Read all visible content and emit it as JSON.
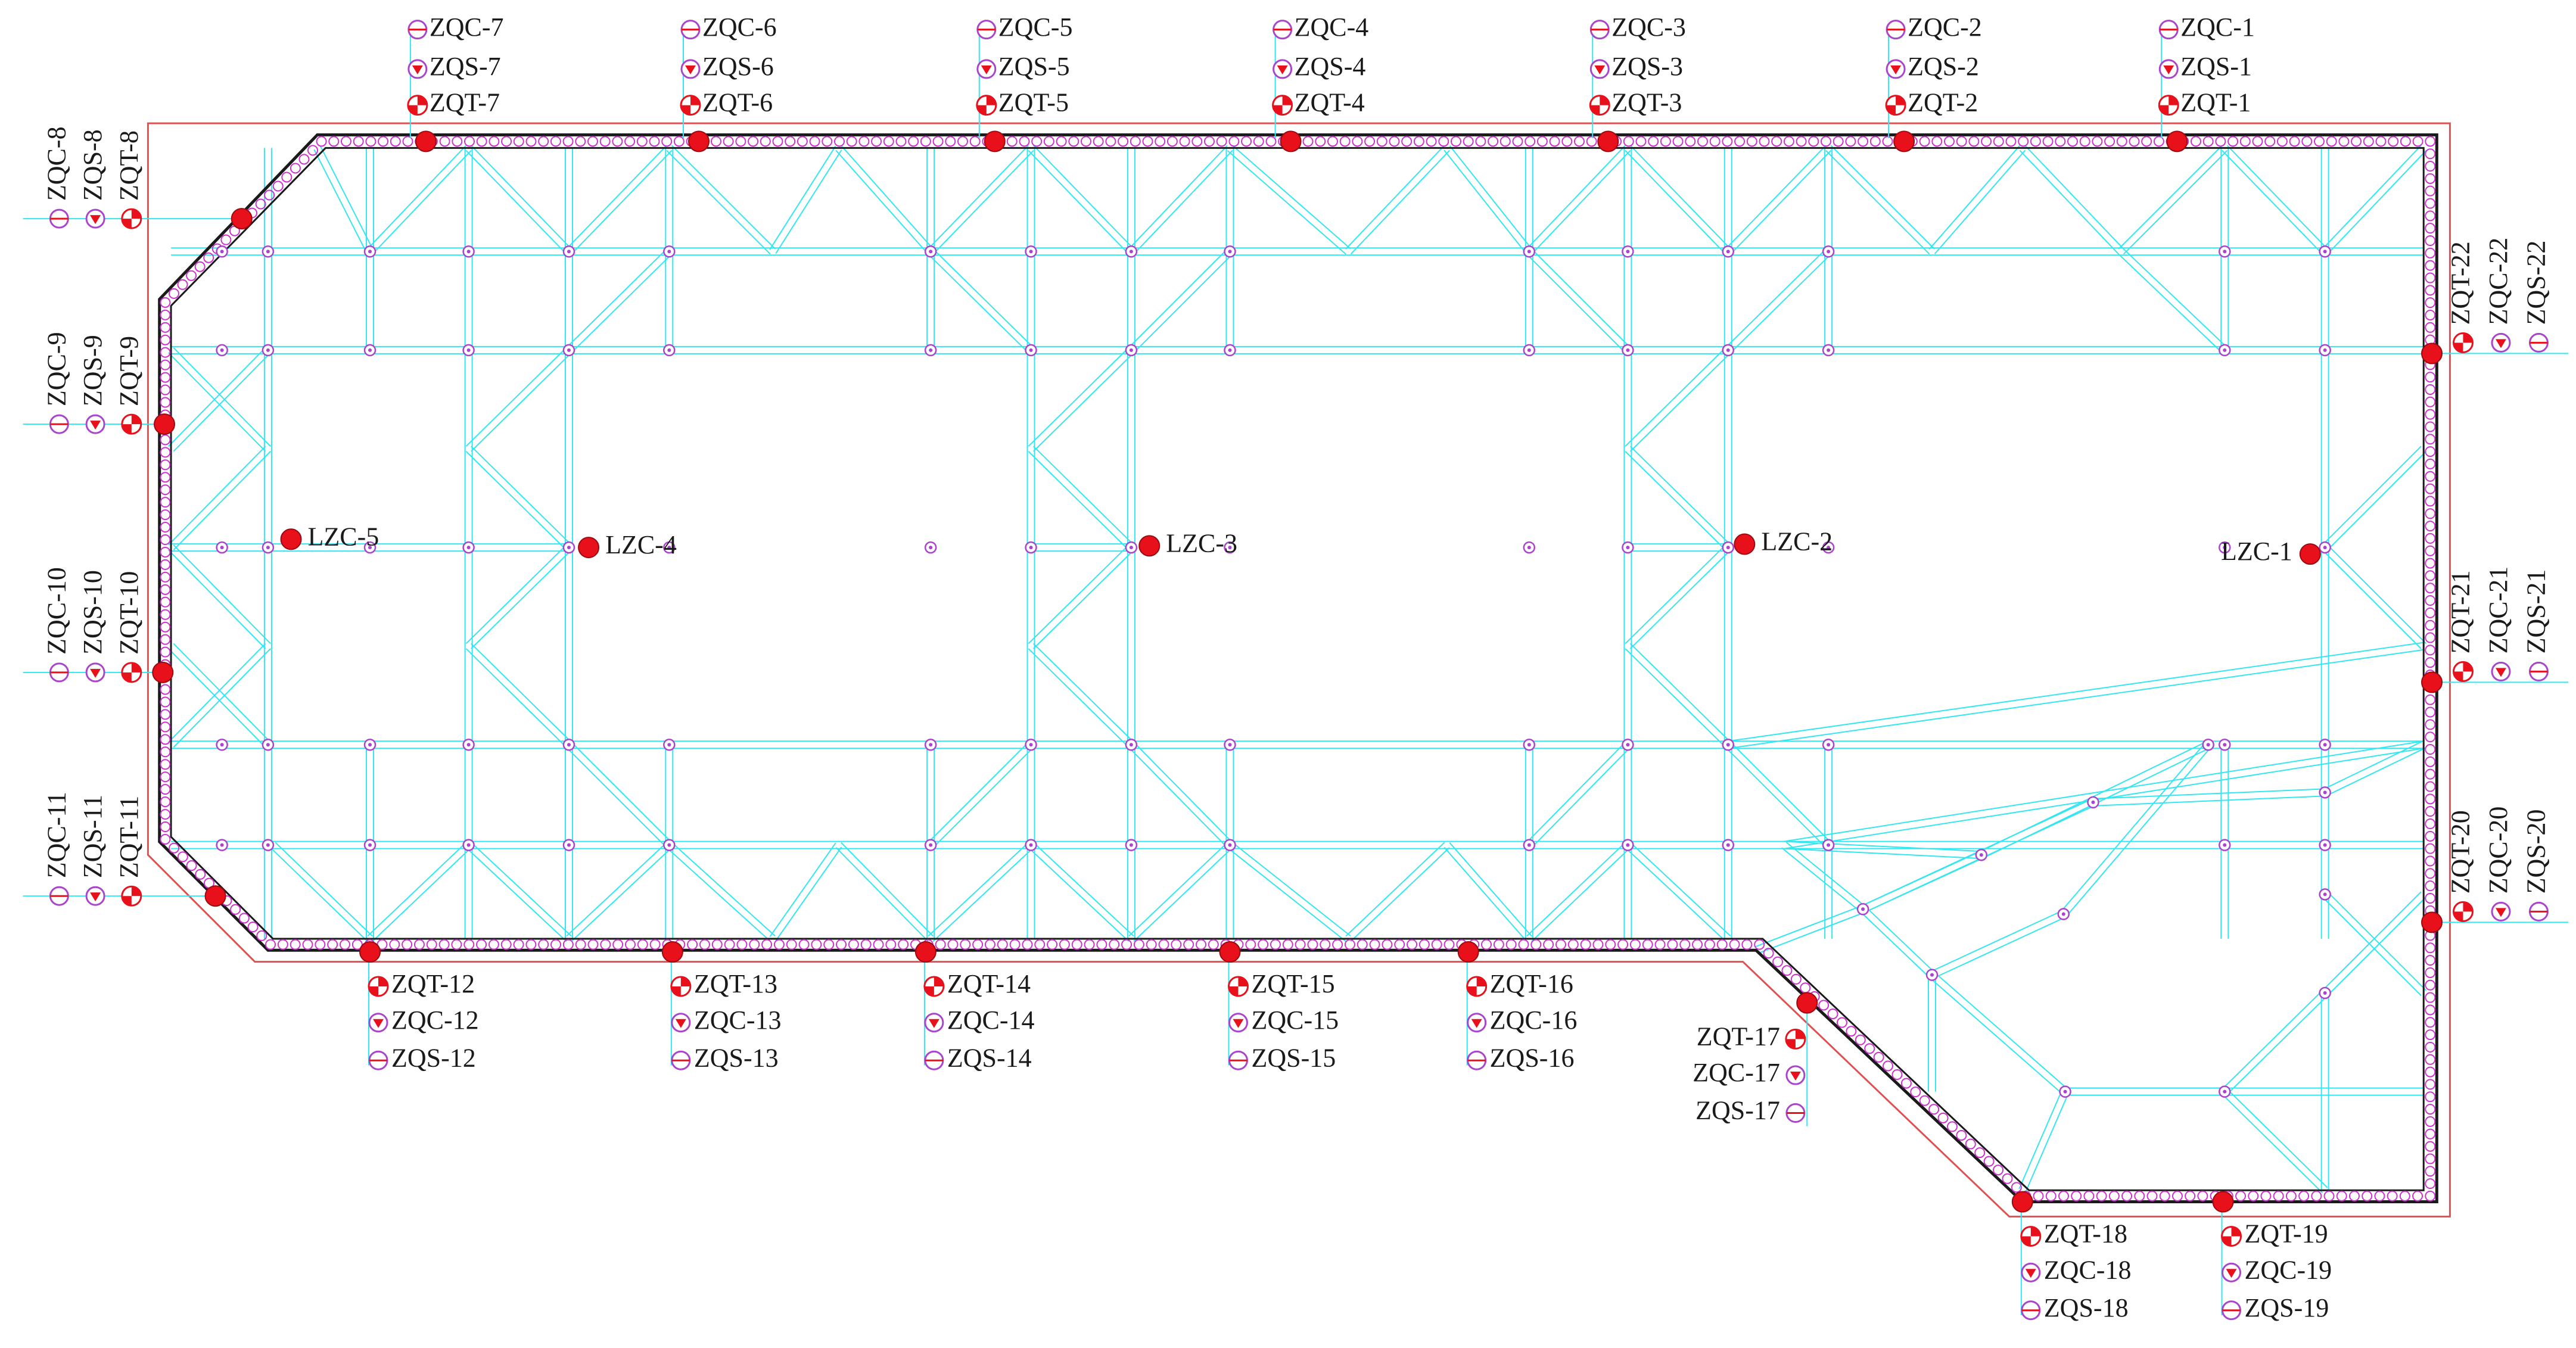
{
  "legend": {},
  "columns": [
    "LZC-1",
    "LZC-2",
    "LZC-3",
    "LZC-4",
    "LZC-5"
  ],
  "top_groups": [
    {
      "id": "ZQC-1",
      "labels": [
        "ZQC-1",
        "ZQS-1",
        "ZQT-1"
      ]
    },
    {
      "id": "ZQC-2",
      "labels": [
        "ZQC-2",
        "ZQS-2",
        "ZQT-2"
      ]
    },
    {
      "id": "ZQC-3",
      "labels": [
        "ZQC-3",
        "ZQS-3",
        "ZQT-3"
      ]
    },
    {
      "id": "ZQC-4",
      "labels": [
        "ZQC-4",
        "ZQS-4",
        "ZQT-4"
      ]
    },
    {
      "id": "ZQC-5",
      "labels": [
        "ZQC-5",
        "ZQS-5",
        "ZQT-5"
      ]
    },
    {
      "id": "ZQC-6",
      "labels": [
        "ZQC-6",
        "ZQS-6",
        "ZQT-6"
      ]
    },
    {
      "id": "ZQC-7",
      "labels": [
        "ZQC-7",
        "ZQS-7",
        "ZQT-7"
      ]
    }
  ],
  "left_groups": [
    {
      "id": "ZQC-8",
      "labels": [
        "ZQC-8",
        "ZQS-8",
        "ZQT-8"
      ]
    },
    {
      "id": "ZQC-9",
      "labels": [
        "ZQC-9",
        "ZQS-9",
        "ZQT-9"
      ]
    },
    {
      "id": "ZQC-10",
      "labels": [
        "ZQC-10",
        "ZQS-10",
        "ZQT-10"
      ]
    },
    {
      "id": "ZQC-11",
      "labels": [
        "ZQC-11",
        "ZQS-11",
        "ZQT-11"
      ]
    }
  ],
  "bottom_groups": [
    {
      "id": "ZQT-12",
      "labels": [
        "ZQT-12",
        "ZQC-12",
        "ZQS-12"
      ]
    },
    {
      "id": "ZQT-13",
      "labels": [
        "ZQT-13",
        "ZQC-13",
        "ZQS-13"
      ]
    },
    {
      "id": "ZQT-14",
      "labels": [
        "ZQT-14",
        "ZQC-14",
        "ZQS-14"
      ]
    },
    {
      "id": "ZQT-15",
      "labels": [
        "ZQT-15",
        "ZQC-15",
        "ZQS-15"
      ]
    },
    {
      "id": "ZQT-16",
      "labels": [
        "ZQT-16",
        "ZQC-16",
        "ZQS-16"
      ]
    },
    {
      "id": "ZQT-17",
      "labels": [
        "ZQT-17",
        "ZQC-17",
        "ZQS-17"
      ]
    },
    {
      "id": "ZQT-18",
      "labels": [
        "ZQT-18",
        "ZQC-18",
        "ZQS-18"
      ]
    },
    {
      "id": "ZQT-19",
      "labels": [
        "ZQT-19",
        "ZQC-19",
        "ZQS-19"
      ]
    }
  ],
  "right_groups": [
    {
      "id": "ZQT-20",
      "labels": [
        "ZQT-20",
        "ZQC-20",
        "ZQS-20"
      ]
    },
    {
      "id": "ZQT-21",
      "labels": [
        "ZQT-21",
        "ZQC-21",
        "ZQS-21"
      ]
    },
    {
      "id": "ZQT-22",
      "labels": [
        "ZQT-22",
        "ZQC-22",
        "ZQS-22"
      ]
    }
  ],
  "colors": {
    "strut": "#33e6f0",
    "wall_outline": "#1a1a1a",
    "wall_ring": "#cc33cc",
    "node": "#aa44cc",
    "marker": "#e8101a",
    "leader": "#33e6f0",
    "outer_line": "#e05050",
    "text": "#1a1a1a"
  }
}
